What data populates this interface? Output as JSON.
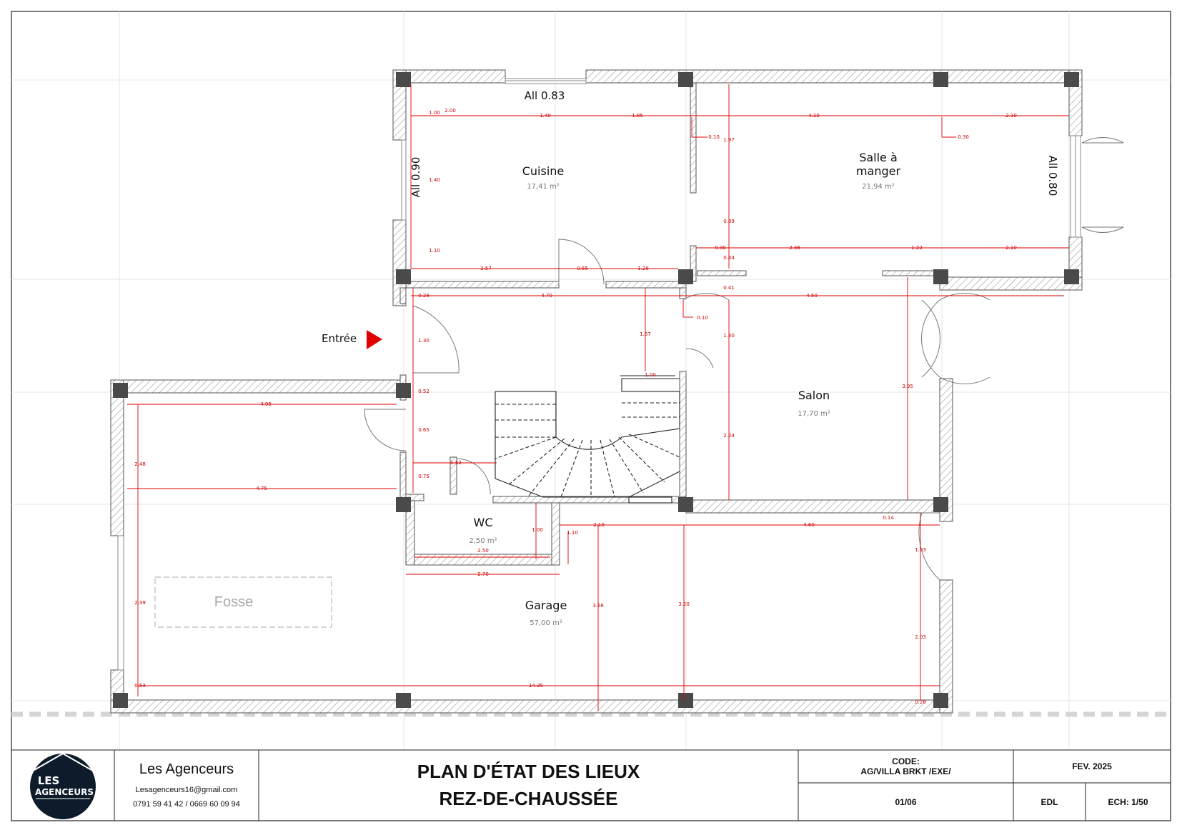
{
  "rooms": [
    {
      "name": "Cuisine",
      "area": "17,41 m²"
    },
    {
      "name": "Salle à",
      "name2": "manger",
      "area": "21,94 m²"
    },
    {
      "name": "Salon",
      "area": "17,70 m²"
    },
    {
      "name": "WC",
      "area": "2,50 m²"
    },
    {
      "name": "Garage",
      "area": "57,00 m²"
    }
  ],
  "labels": {
    "entree": "Entrée",
    "fosse": "Fosse",
    "all_top": "All 0.83",
    "all_left": "All 0.90",
    "all_right": "All 0.80"
  },
  "dimensions": [
    "2.00",
    "1.00",
    "1.40",
    "1.85",
    "4.20",
    "2.10",
    "0.10",
    "0.30",
    "1.97",
    "1.40",
    "0.89",
    "1.10",
    "0.90",
    "2.36",
    "1.22",
    "2.10",
    "0.44",
    "2.57",
    "0.65",
    "1.28",
    "0.41",
    "0.28",
    "4.70",
    "4.50",
    "0.10",
    "1.30",
    "1.67",
    "1.30",
    "1.00",
    "0.52",
    "4.95",
    "3.95",
    "2.48",
    "0.65",
    "1.52",
    "2.24",
    "0.75",
    "4.75",
    "1.00",
    "2.10",
    "4.60",
    "0.14",
    "1.10",
    "2.50",
    "1.03",
    "2.70",
    "3.66",
    "3.20",
    "2.39",
    "2.03",
    "0.53",
    "14.35",
    "0.26"
  ],
  "title_block": {
    "company": "Les Agenceurs",
    "email": "Lesagenceurs16@gmail.com",
    "phone": "0791 59 41 42 / 0669 60 09 94",
    "logo_text_1": "LES",
    "logo_text_2": "AGENCEURS",
    "title_line1": "PLAN D'ÉTAT DES LIEUX",
    "title_line2": "REZ-DE-CHAUSSÉE",
    "code_label": "CODE:",
    "code_value": "AG/VILLA BRKT /EXE/",
    "sheet": "01/06",
    "date": "FEV. 2025",
    "type": "EDL",
    "scale": "ECH: 1/50"
  },
  "colors": {
    "dimension": "#e00000",
    "wall": "#555555",
    "column": "#4a4a4a",
    "entry_arrow": "#e00000"
  }
}
